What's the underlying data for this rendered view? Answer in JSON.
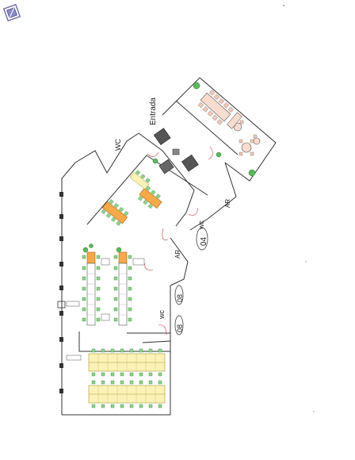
{
  "labels": {
    "entrada": "Entrada",
    "wc_top": "WC",
    "wc_mid": "wc",
    "wc_low": "wc",
    "ar_1": "AR",
    "ar_2": "AR",
    "note_1": "04",
    "note_2": "08",
    "note_3": "08"
  },
  "icons": {
    "logo": "logo-stamp-icon",
    "plant": "plant-icon"
  },
  "colors": {
    "wall": "#333333",
    "desk_orange": "#f4a94a",
    "desk_yellow": "#fbf2b8",
    "chair_green": "#8fd48a",
    "meeting_pink": "#f2c7b5",
    "gray_block": "#555555"
  }
}
